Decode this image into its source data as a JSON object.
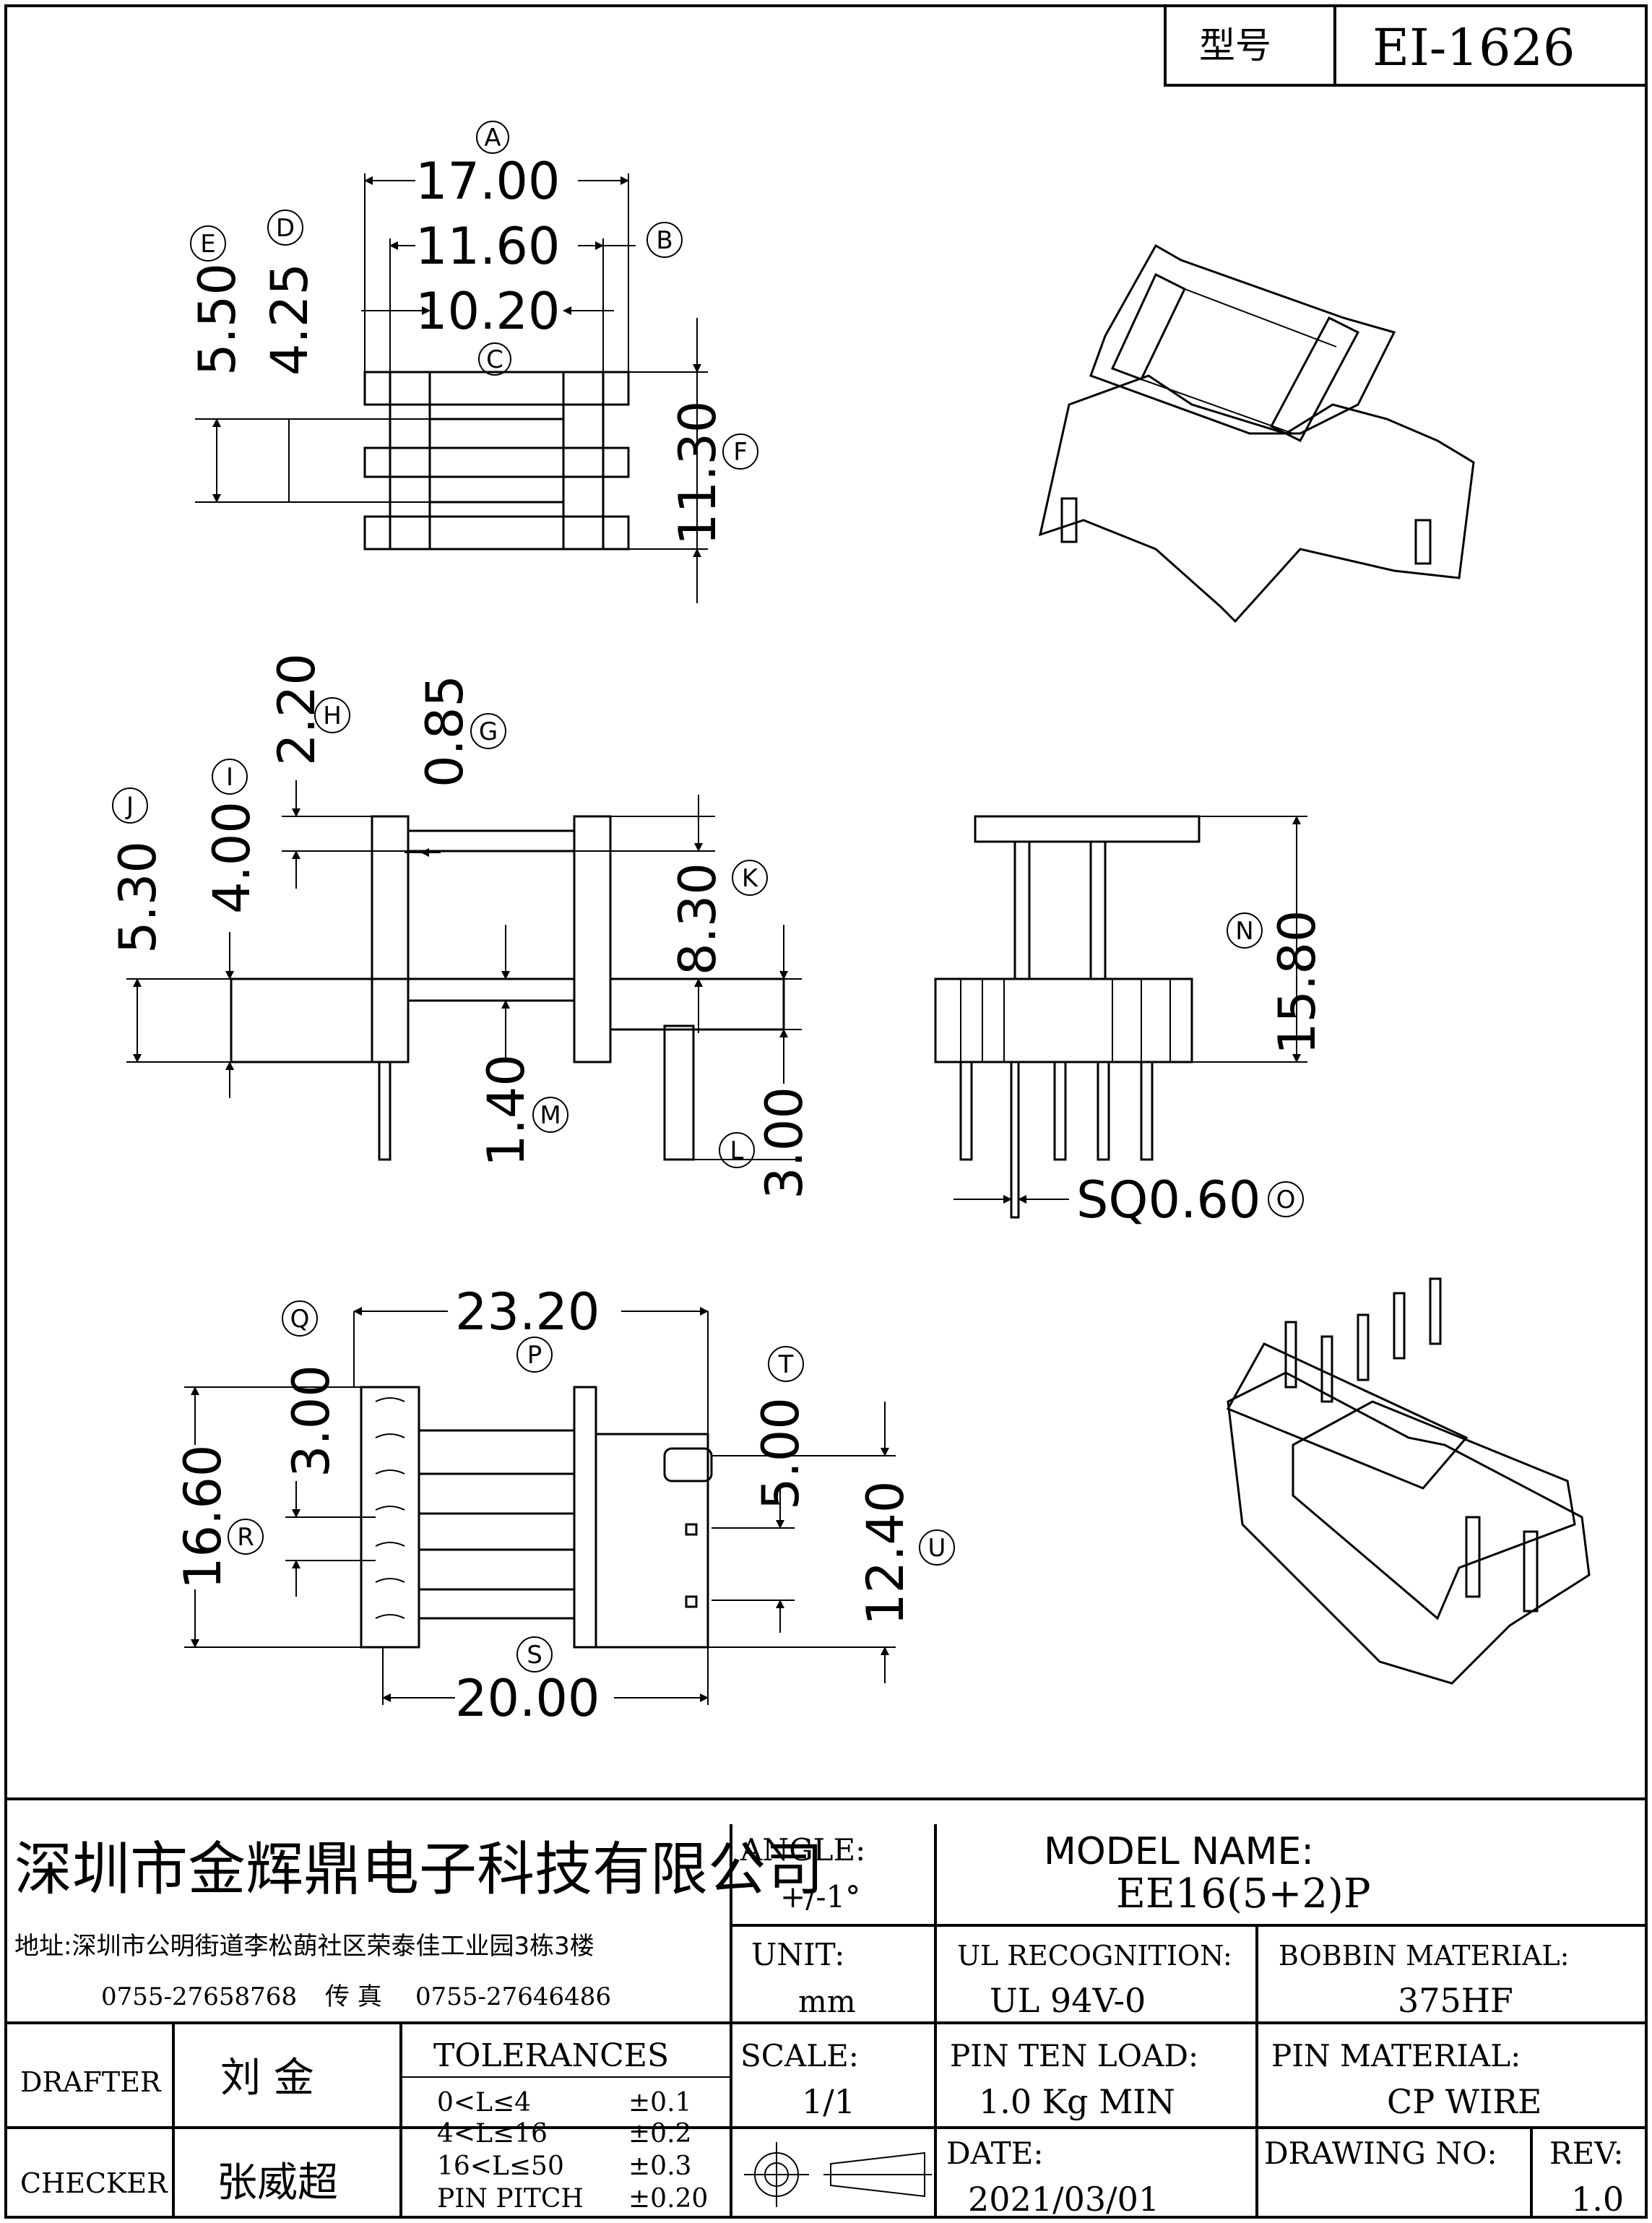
{
  "header": {
    "type_label": "型号",
    "model_code": "EI-1626"
  },
  "dims": {
    "A": {
      "label": "A",
      "value": "17.00"
    },
    "B": {
      "label": "B",
      "value": "11.60"
    },
    "C": {
      "label": "C",
      "value": "10.20"
    },
    "D": {
      "label": "D",
      "value": "4.25"
    },
    "E": {
      "label": "E",
      "value": "5.50"
    },
    "F": {
      "label": "F",
      "value": "11.30"
    },
    "G": {
      "label": "G",
      "value": "0.85"
    },
    "H": {
      "label": "H",
      "value": "2.20"
    },
    "I": {
      "label": "I",
      "value": "4.00"
    },
    "J": {
      "label": "J",
      "value": "5.30"
    },
    "K": {
      "label": "K",
      "value": "8.30"
    },
    "L": {
      "label": "L",
      "value": "3.00"
    },
    "M": {
      "label": "M",
      "value": "1.40"
    },
    "N": {
      "label": "N",
      "value": "15.80"
    },
    "O": {
      "label": "O",
      "value": "SQ0.60"
    },
    "P": {
      "label": "P",
      "value": "23.20"
    },
    "Q": {
      "label": "Q",
      "value": "3.00"
    },
    "R": {
      "label": "R",
      "value": "16.60"
    },
    "S": {
      "label": "S",
      "value": "20.00"
    },
    "T": {
      "label": "T",
      "value": "5.00"
    },
    "U": {
      "label": "U",
      "value": "12.40"
    }
  },
  "title_block": {
    "company": "深圳市金辉鼎电子科技有限公司",
    "address": "地址:深圳市公明街道李松蓢社区荣泰佳工业园3栋3楼",
    "phone": "0755-27658768",
    "fax_label": "传 真",
    "fax": "0755-27646486",
    "angle_label": "ANGLE:",
    "angle_value": "+/-1°",
    "model_name_label": "MODEL NAME:",
    "model_name_value": "EE16(5+2)P",
    "unit_label": "UNIT:",
    "unit_value": "mm",
    "ul_label": "UL RECOGNITION:",
    "ul_value": "UL 94V-0",
    "bobbin_label": "BOBBIN MATERIAL:",
    "bobbin_value": "375HF",
    "drafter_label": "DRAFTER",
    "drafter_name": "刘  金",
    "checker_label": "CHECKER",
    "checker_name": "张威超",
    "tolerances_label": "TOLERANCES",
    "tolerances": [
      {
        "range": "0<L≤4",
        "value": "±0.1"
      },
      {
        "range": "4<L≤16",
        "value": "±0.2"
      },
      {
        "range": "16<L≤50",
        "value": "±0.3"
      },
      {
        "range": "PIN PITCH",
        "value": "±0.20"
      }
    ],
    "scale_label": "SCALE:",
    "scale_value": "1/1",
    "pin_load_label": "PIN TEN LOAD:",
    "pin_load_value": "1.0 Kg MIN",
    "pin_material_label": "PIN MATERIAL:",
    "pin_material_value": "CP WIRE",
    "date_label": "DATE:",
    "date_value": "2021/03/01",
    "drawing_no_label": "DRAWING NO:",
    "drawing_no_value": "",
    "rev_label": "REV:",
    "rev_value": "1.0"
  }
}
